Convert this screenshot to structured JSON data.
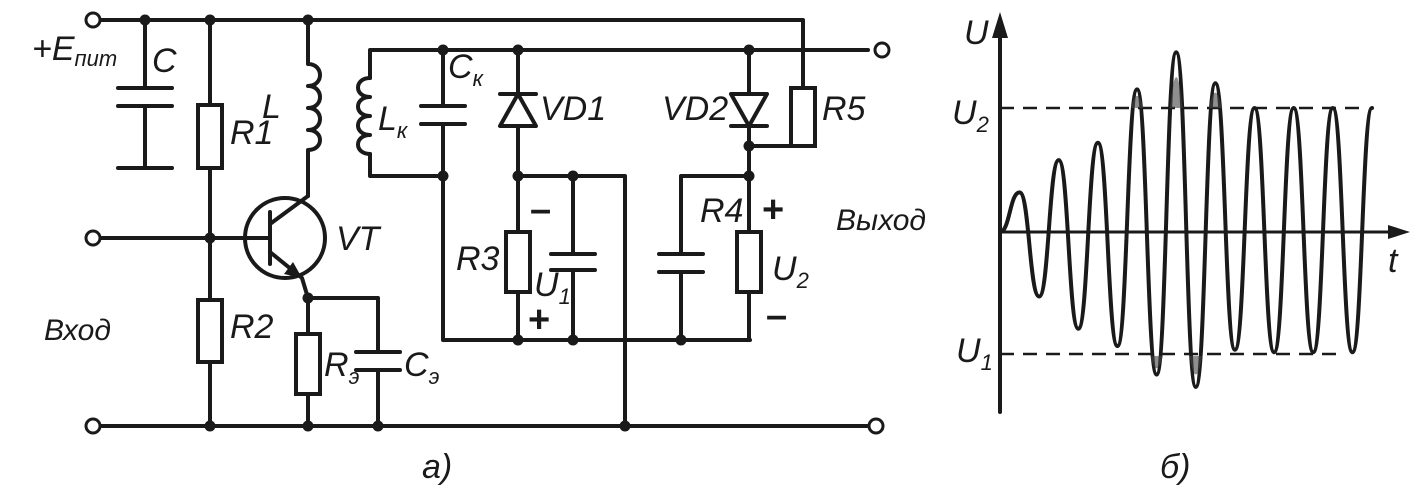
{
  "circuit": {
    "supply_label": "+E",
    "supply_sub": "пит",
    "input_label": "Вход",
    "output_label": "Выход",
    "caption": "а)",
    "components": {
      "c": "C",
      "r1": "R1",
      "r2": "R2",
      "l": "L",
      "vt": "VT",
      "re": "R",
      "re_sub": "э",
      "ce": "C",
      "ce_sub": "э",
      "lk": "L",
      "lk_sub": "к",
      "ck": "C",
      "ck_sub": "к",
      "vd1": "VD1",
      "vd2": "VD2",
      "r3": "R3",
      "r4": "R4",
      "r5": "R5",
      "u1": "U",
      "u1_sub": "1",
      "u2": "U",
      "u2_sub": "2"
    },
    "polarity": {
      "r3_top": "–",
      "u1_bottom": "+",
      "r4_top": "+",
      "u2_bottom": "–"
    }
  },
  "graph": {
    "y_axis_label": "U",
    "x_axis_label": "t",
    "level_u2": "U",
    "level_u2_sub": "2",
    "level_u1": "U",
    "level_u1_sub": "1",
    "caption": "б)"
  },
  "chart_data": {
    "type": "line",
    "title": "",
    "xlabel": "t",
    "ylabel": "U",
    "series": [
      {
        "values": [
          0,
          0.32,
          -0.52,
          0.58,
          -0.78,
          0.72,
          -0.92,
          1.15,
          -1.15,
          1.45,
          -1.25,
          1.2,
          -0.95,
          1.0,
          -0.97,
          1.0,
          -0.97,
          1.0,
          -0.97,
          1.0
        ]
      }
    ],
    "reference_levels": [
      {
        "name": "U2",
        "value": 1.0
      },
      {
        "name": "U1",
        "value": -1.0
      }
    ]
  }
}
